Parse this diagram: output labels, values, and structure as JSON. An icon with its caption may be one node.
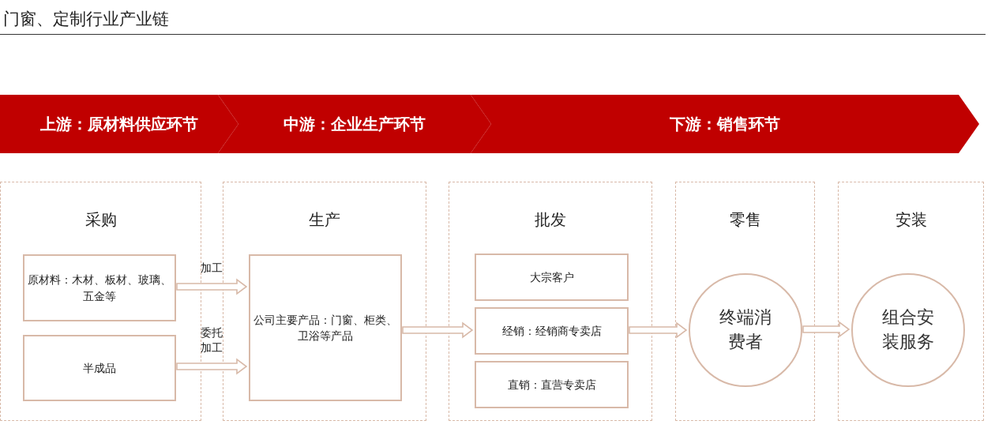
{
  "diagram": {
    "title": "门窗、定制行业产业链",
    "nodes": [
      {
        "text": [
          "上游：原材料供应环节"
        ]
      },
      {
        "text": [
          "中游：企业生产环节"
        ]
      },
      {
        "text": [
          "下游：销售环节"
        ]
      },
      {
        "text": [
          "采购"
        ]
      },
      {
        "text": [
          "原材料：木材、板材、玻璃、五金等"
        ],
        "in": 3
      },
      {
        "text": [
          "半成品"
        ],
        "in": 3
      },
      {
        "text": [
          "生产"
        ]
      },
      {
        "text": [
          "公司主要产品：门窗、柜类、卫浴等产品"
        ],
        "in": 6
      },
      {
        "text": [
          "批发"
        ]
      },
      {
        "text": [
          "大宗客户"
        ],
        "in": 8
      },
      {
        "text": [
          "经销：经销商专卖店"
        ],
        "in": 8
      },
      {
        "text": [
          "直销：直营专卖店"
        ],
        "in": 8
      },
      {
        "text": [
          "零售"
        ]
      },
      {
        "text": [
          "终端消费者"
        ],
        "in": 12
      },
      {
        "text": [
          "安装"
        ]
      },
      {
        "text": [
          "组合安装服务"
        ],
        "in": 14
      }
    ],
    "edges": [
      {
        "from": 4,
        "to": 7,
        "arrow": "to",
        "label": "加工"
      },
      {
        "from": 5,
        "to": 7,
        "arrow": "to",
        "label": "委托加工"
      },
      {
        "from": 7,
        "to": 10,
        "arrow": "to"
      },
      {
        "from": 10,
        "to": 13,
        "arrow": "to"
      },
      {
        "from": 13,
        "to": 15,
        "arrow": "to"
      }
    ]
  }
}
